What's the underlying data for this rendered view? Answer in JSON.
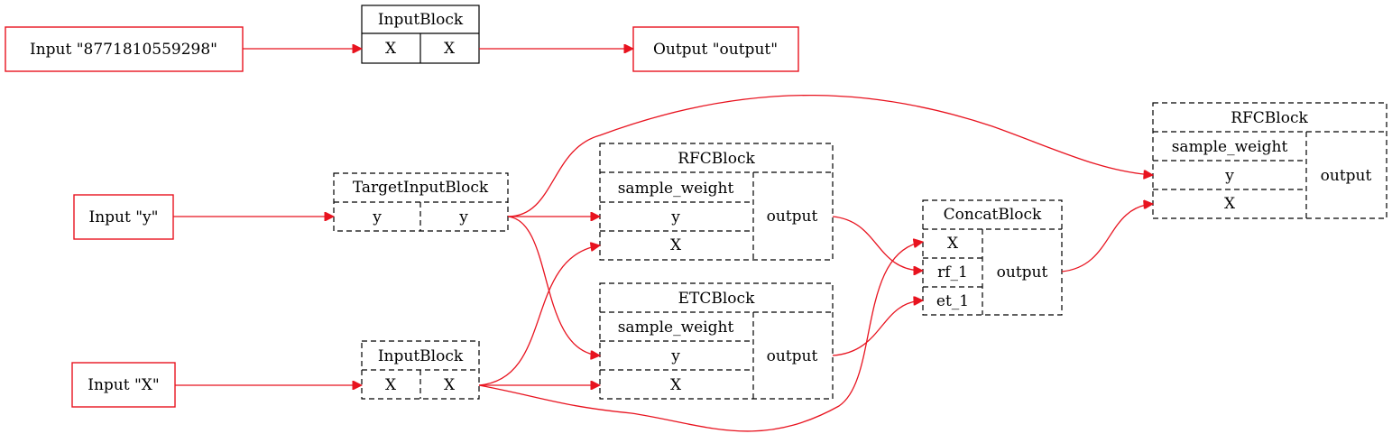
{
  "top_pipeline": {
    "input_label": "Input \"8771810559298\"",
    "block_title": "InputBlock",
    "block_port_in": "X",
    "block_port_out": "X",
    "output_label": "Output \"output\""
  },
  "inputs": {
    "y_label": "Input \"y\"",
    "x_label": "Input \"X\""
  },
  "target_input_block": {
    "title": "TargetInputBlock",
    "port_in": "y",
    "port_out": "y"
  },
  "input_block": {
    "title": "InputBlock",
    "port_in": "X",
    "port_out": "X"
  },
  "rfc_block_1": {
    "title": "RFCBlock",
    "ports": [
      "sample_weight",
      "y",
      "X"
    ],
    "output": "output"
  },
  "etc_block": {
    "title": "ETCBlock",
    "ports": [
      "sample_weight",
      "y",
      "X"
    ],
    "output": "output"
  },
  "concat_block": {
    "title": "ConcatBlock",
    "ports": [
      "X",
      "rf_1",
      "et_1"
    ],
    "output": "output"
  },
  "rfc_block_2": {
    "title": "RFCBlock",
    "ports": [
      "sample_weight",
      "y",
      "X"
    ],
    "output": "output"
  },
  "colors": {
    "edge": "#e8131f",
    "border": "#000000",
    "background": "#ffffff"
  }
}
